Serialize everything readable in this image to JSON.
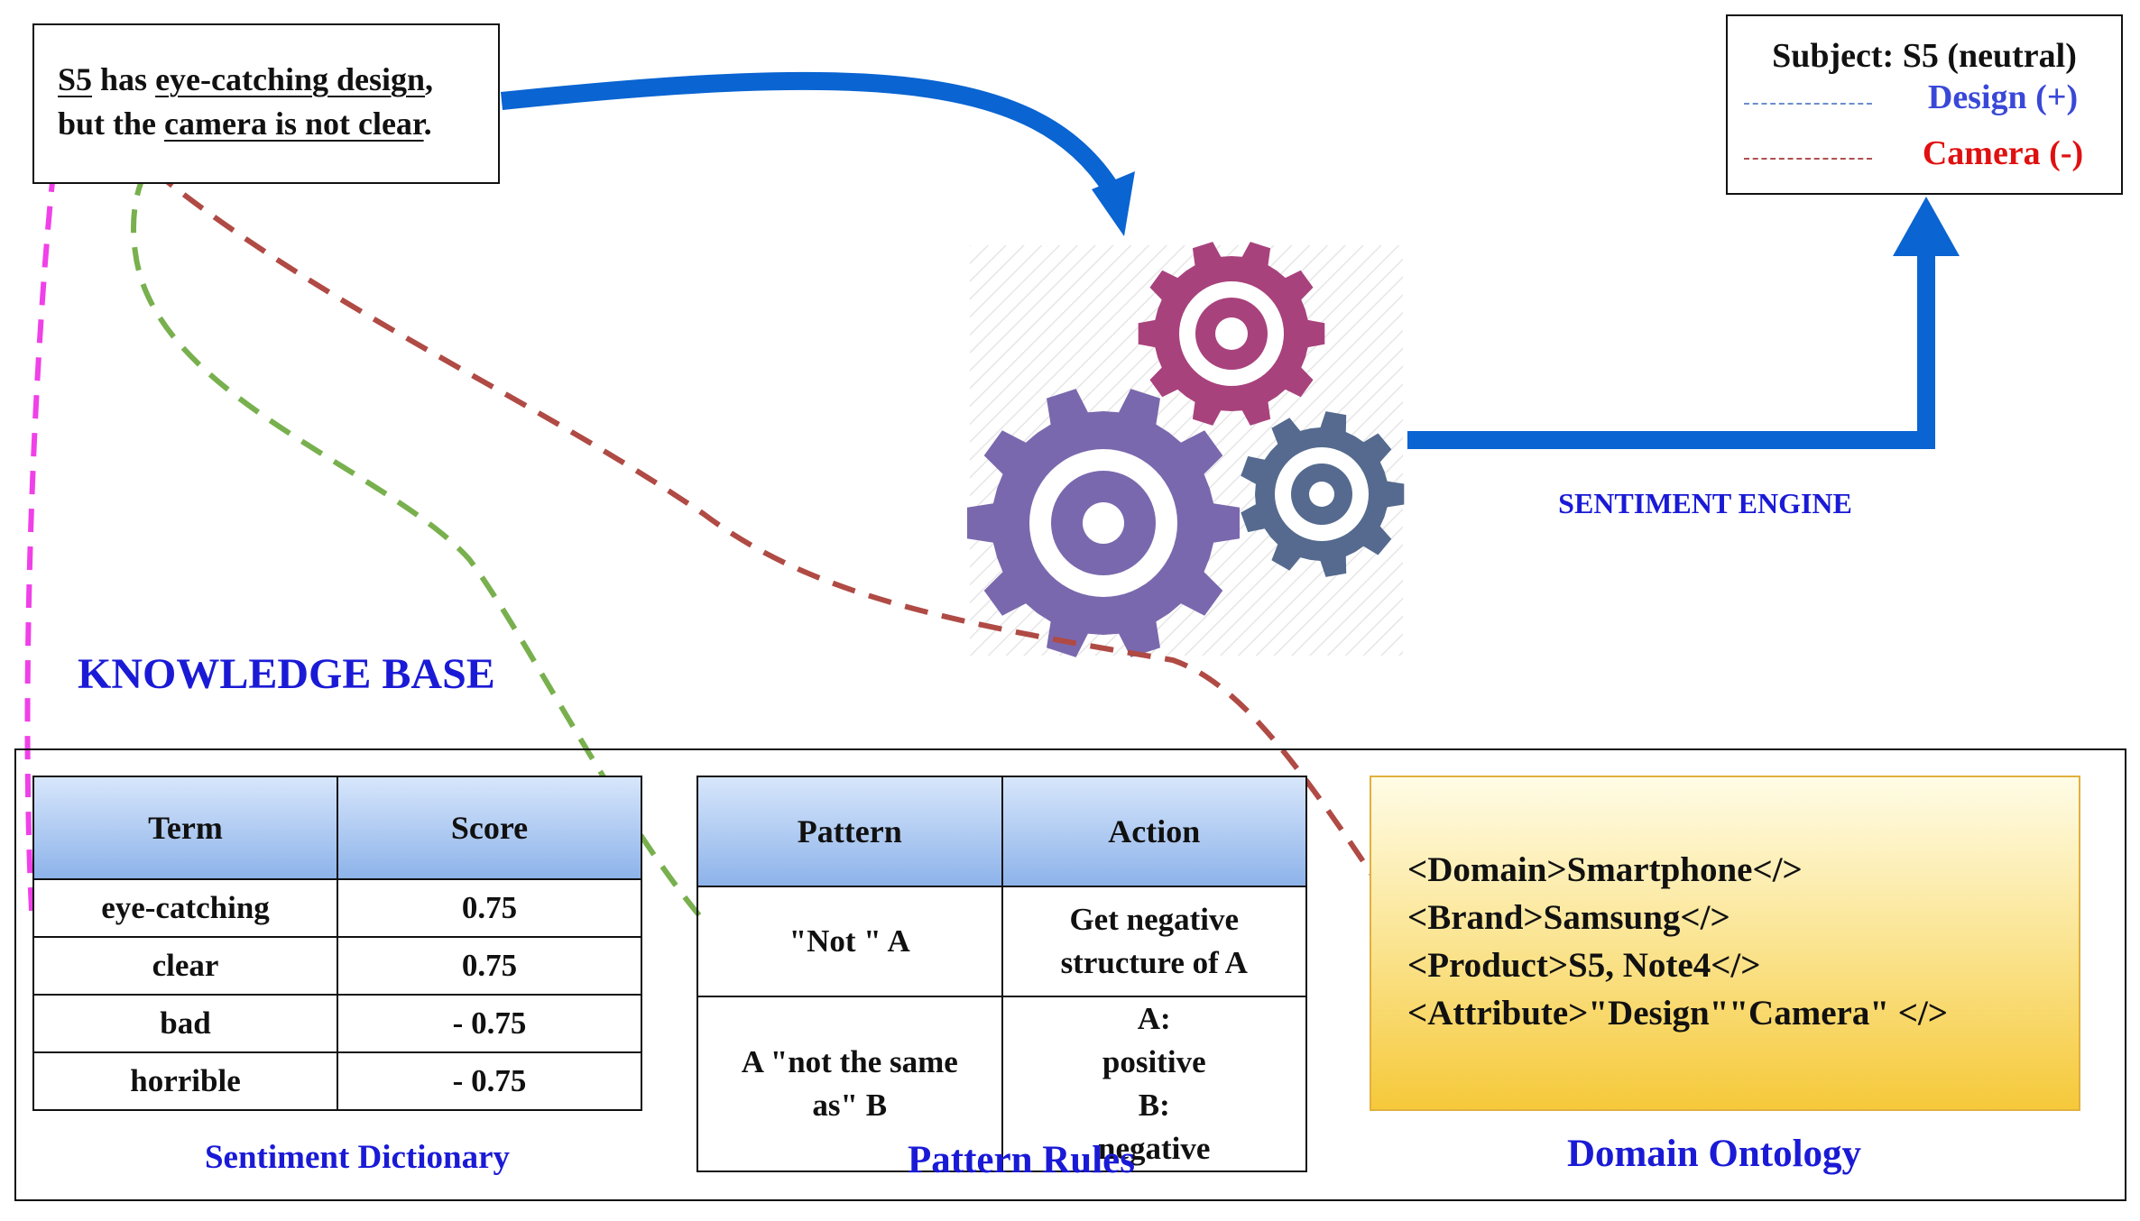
{
  "sentence": {
    "line1": [
      {
        "text": "S5",
        "underline": true
      },
      {
        "text": " has ",
        "underline": false
      },
      {
        "text": "eye-catching design",
        "underline": true
      },
      {
        "text": ",",
        "underline": false
      }
    ],
    "line2": [
      {
        "text": "but the ",
        "underline": false
      },
      {
        "text": "camera is not clear",
        "underline": true
      },
      {
        "text": ".",
        "underline": false
      }
    ]
  },
  "result": {
    "title": "Subject: S5 (neutral)",
    "design_label": "Design (+)",
    "camera_label": "Camera (-)",
    "design_color": "#3a48d8",
    "camera_color": "#e01010"
  },
  "engine_label": "SENTIMENT ENGINE",
  "knowledge_base_label": "KNOWLEDGE BASE",
  "sentiment_dictionary": {
    "caption": "Sentiment Dictionary",
    "headers": [
      "Term",
      "Score"
    ],
    "rows": [
      [
        "eye-catching",
        "0.75"
      ],
      [
        "clear",
        "0.75"
      ],
      [
        "bad",
        "- 0.75"
      ],
      [
        "horrible",
        "- 0.75"
      ]
    ]
  },
  "pattern_rules": {
    "caption": "Pattern Rules",
    "headers": [
      "Pattern",
      "Action"
    ],
    "rows": [
      [
        "\"Not \" A",
        "Get negative structure of A"
      ],
      [
        "A \"not the same as\" B",
        "A: positive B: negative"
      ]
    ]
  },
  "domain_ontology": {
    "caption": "Domain Ontology",
    "lines": [
      "<Domain>Smartphone</>",
      "<Brand>Samsung</>",
      "<Product>S5, Note4</>",
      "<Attribute>\"Design\"\"Camera\" </>"
    ]
  },
  "colors": {
    "flow_arrow": "#0a64d2",
    "caption_text": "#1a1ad6",
    "gear_magenta": "#a8427c",
    "gear_purple": "#7a68ae",
    "gear_slate": "#556a8e",
    "dashed_magenta": "#f040e8",
    "dashed_green": "#78b04e",
    "dashed_red": "#b04a44",
    "ontology_fill": "#f6c93a"
  },
  "icons": [
    "gear-icon",
    "arrow-icon"
  ]
}
